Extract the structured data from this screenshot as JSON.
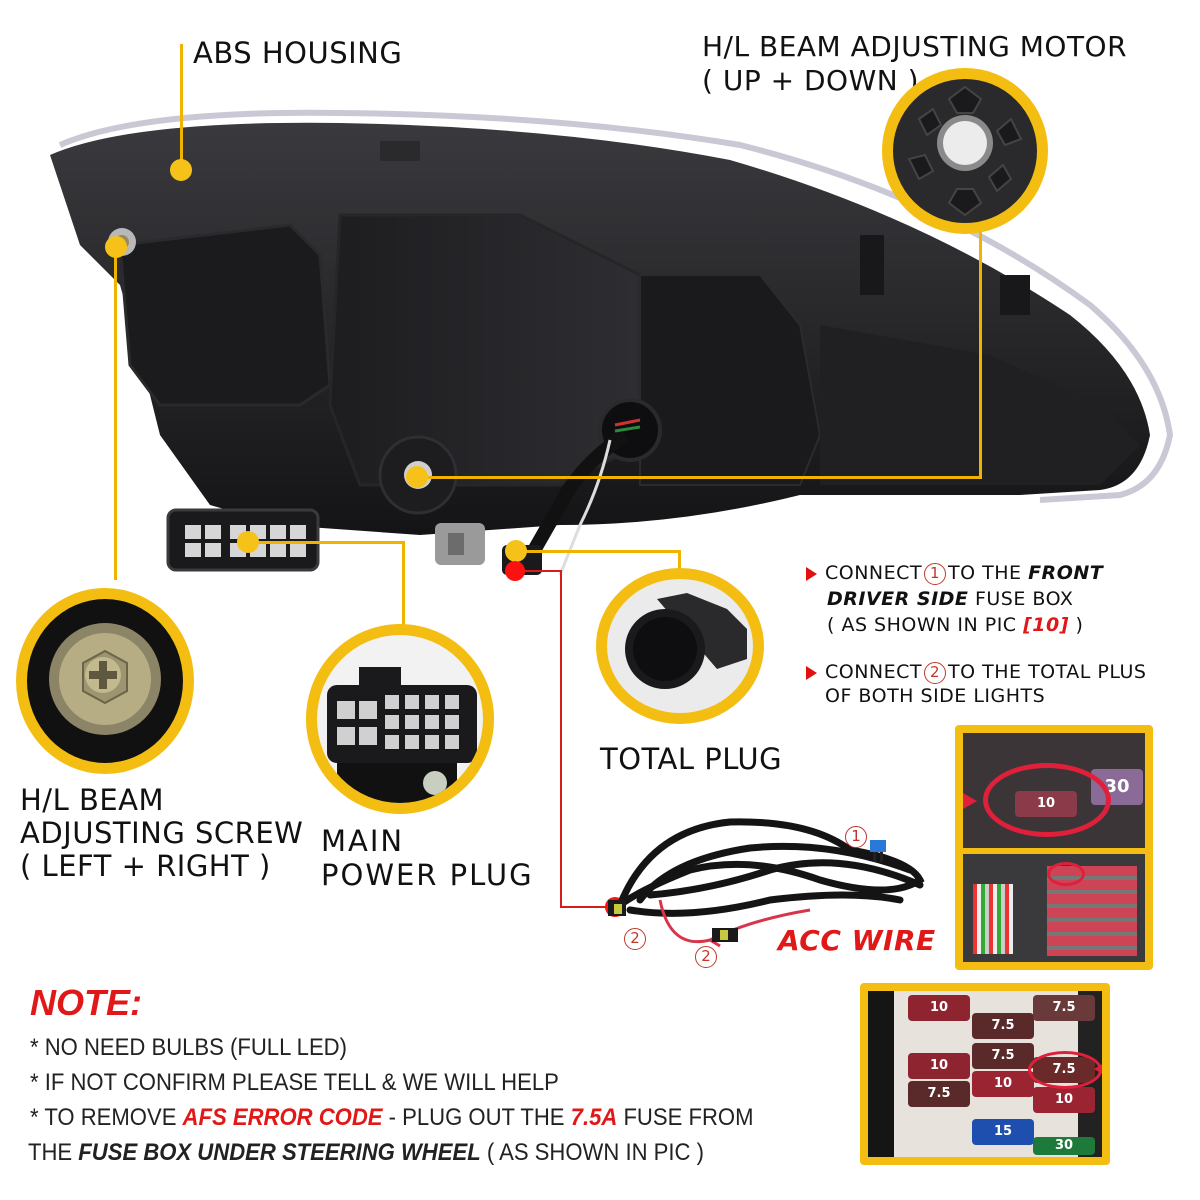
{
  "labels": {
    "abs_housing": "ABS HOUSING",
    "motor_line1": "H/L BEAM ADJUSTING MOTOR",
    "motor_line2": "( UP + DOWN )",
    "screw_line1": "H/L BEAM",
    "screw_line2": "ADJUSTING SCREW",
    "screw_line3": "( LEFT + RIGHT )",
    "main_line1": "MAIN",
    "main_line2": "POWER PLUG",
    "total_plug": "TOTAL PLUG",
    "acc_wire": "ACC WIRE"
  },
  "instructions": [
    {
      "prefix": "CONNECT",
      "marker": "①",
      "text_a": "TO THE ",
      "emph_a": "FRONT",
      "emph_b": "DRIVER SIDE",
      "text_b": " FUSE BOX",
      "text_c": "( AS SHOWN IN PIC ",
      "ref": "[10]",
      "text_d": " )"
    },
    {
      "prefix": "CONNECT",
      "marker": "②",
      "text_a": "TO THE TOTAL PLUS",
      "text_b": "OF BOTH SIDE LIGHTS"
    }
  ],
  "harness_markers": {
    "m1": "1",
    "m2a": "2",
    "m2b": "2"
  },
  "note": {
    "title": "NOTE:",
    "line1": "* NO NEED BULBS (FULL LED)",
    "line2": "* IF NOT CONFIRM PLEASE TELL & WE WILL HELP",
    "line3_a": "* TO REMOVE ",
    "line3_red1": "AFS ERROR CODE",
    "line3_b": " - PLUG OUT THE ",
    "line3_red2": "7.5A",
    "line3_c": " FUSE FROM",
    "line4_a": "THE ",
    "line4_bold": "FUSE BOX UNDER STEERING WHEEL",
    "line4_b": " ( AS SHOWN IN PIC )"
  },
  "fuse_photo_top": {
    "fuse_main": "10",
    "fuse_side": "30"
  },
  "fuse_photo_bottom": {
    "fuses": [
      {
        "label": "10",
        "color": "#8e2430"
      },
      {
        "label": "7.5",
        "color": "#5a2a2a"
      },
      {
        "label": "7.5",
        "color": "#6a2a2a"
      },
      {
        "label": "7.5",
        "color": "#5a2a2a"
      },
      {
        "label": "10",
        "color": "#8e2430"
      },
      {
        "label": "7.5",
        "color": "#6a2a2a"
      },
      {
        "label": "7.5",
        "color": "#5a2a2a"
      },
      {
        "label": "10",
        "color": "#9a2432"
      },
      {
        "label": "10",
        "color": "#9a2432"
      },
      {
        "label": "15",
        "color": "#1e4fae"
      },
      {
        "label": "30",
        "color": "#1d7a3a"
      }
    ],
    "highlight": "7.5"
  },
  "colors": {
    "callout_yellow": "#f4bd12",
    "accent_red": "#e01818"
  }
}
